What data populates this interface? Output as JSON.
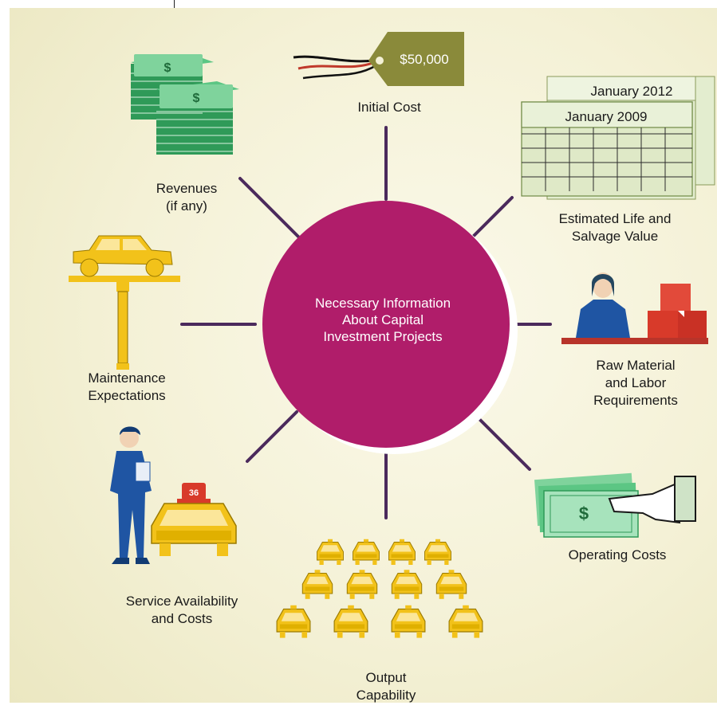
{
  "center": {
    "lines": [
      "Necessary Information",
      "About Capital",
      "Investment Projects"
    ]
  },
  "price_tag": "$50,000",
  "calendar": {
    "back": "January 2012",
    "front": "January 2009"
  },
  "police_number": "36",
  "dollar_symbol": "$",
  "items": {
    "initial_cost": [
      "Initial Cost"
    ],
    "estimated_life": [
      "Estimated Life and",
      "Salvage Value"
    ],
    "raw_material": [
      "Raw Material",
      "and Labor",
      "Requirements"
    ],
    "operating_costs": [
      "Operating Costs"
    ],
    "output_capability": [
      "Output",
      "Capability"
    ],
    "service": [
      "Service Availability",
      "and Costs"
    ],
    "maintenance": [
      "Maintenance",
      "Expectations"
    ],
    "revenues": [
      "Revenues",
      "(if any)"
    ]
  },
  "colors": {
    "hub": "#b01d6a",
    "spoke": "#4b2a5c",
    "money": "#3bb26a",
    "taxi": "#f2c21a",
    "figure": "#1f55a3",
    "tag": "#8a8a3a",
    "calendar": "#e3edcf",
    "crate": "#d83a2a"
  }
}
